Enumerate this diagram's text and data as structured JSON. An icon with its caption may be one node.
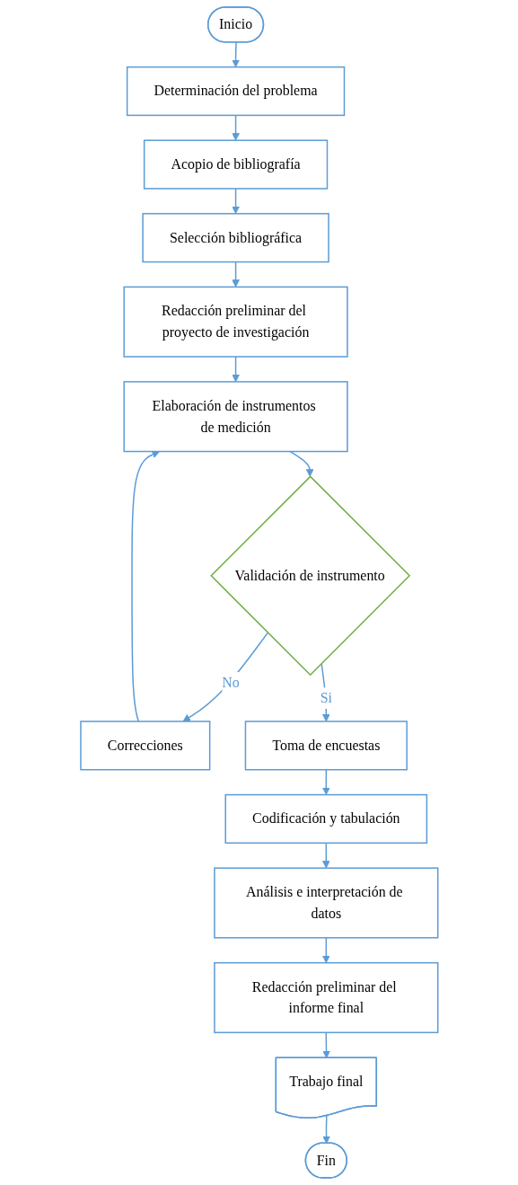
{
  "diagram": {
    "nodes": [
      {
        "text": [
          "Inicio"
        ]
      },
      {
        "text": [
          "Determinación del problema"
        ]
      },
      {
        "text": [
          "Acopio de bibliografía"
        ]
      },
      {
        "text": [
          "Selección bibliográfica"
        ]
      },
      {
        "text": [
          "Redacción preliminar del proyecto de investigación"
        ]
      },
      {
        "text": [
          "Elaboración de instrumentos de medición"
        ]
      },
      {
        "text": [
          "Validación de instrumento"
        ]
      },
      {
        "text": [
          "Correcciones"
        ]
      },
      {
        "text": [
          "Toma de encuestas"
        ]
      },
      {
        "text": [
          "Codificación y tabulación"
        ]
      },
      {
        "text": [
          "Análisis e interpretación de datos"
        ]
      },
      {
        "text": [
          "Redacción preliminar del informe final"
        ]
      },
      {
        "text": [
          "Trabajo final"
        ]
      },
      {
        "text": [
          "Fin"
        ]
      }
    ],
    "edges": [
      {
        "from": 0,
        "to": 1,
        "arrow": "to"
      },
      {
        "from": 1,
        "to": 2,
        "arrow": "to"
      },
      {
        "from": 2,
        "to": 3,
        "arrow": "to"
      },
      {
        "from": 3,
        "to": 4,
        "arrow": "to"
      },
      {
        "from": 4,
        "to": 5,
        "arrow": "to"
      },
      {
        "from": 5,
        "to": 6,
        "arrow": "to"
      },
      {
        "from": 6,
        "to": 7,
        "label": "No",
        "arrow": "to"
      },
      {
        "from": 7,
        "to": 5,
        "arrow": "to"
      },
      {
        "from": 6,
        "to": 8,
        "label": "Si",
        "arrow": "to"
      },
      {
        "from": 8,
        "to": 9,
        "arrow": "to"
      },
      {
        "from": 9,
        "to": 10,
        "arrow": "to"
      },
      {
        "from": 10,
        "to": 11,
        "arrow": "to"
      },
      {
        "from": 11,
        "to": 12,
        "arrow": "to"
      },
      {
        "from": 12,
        "to": 13,
        "arrow": "to"
      }
    ]
  }
}
